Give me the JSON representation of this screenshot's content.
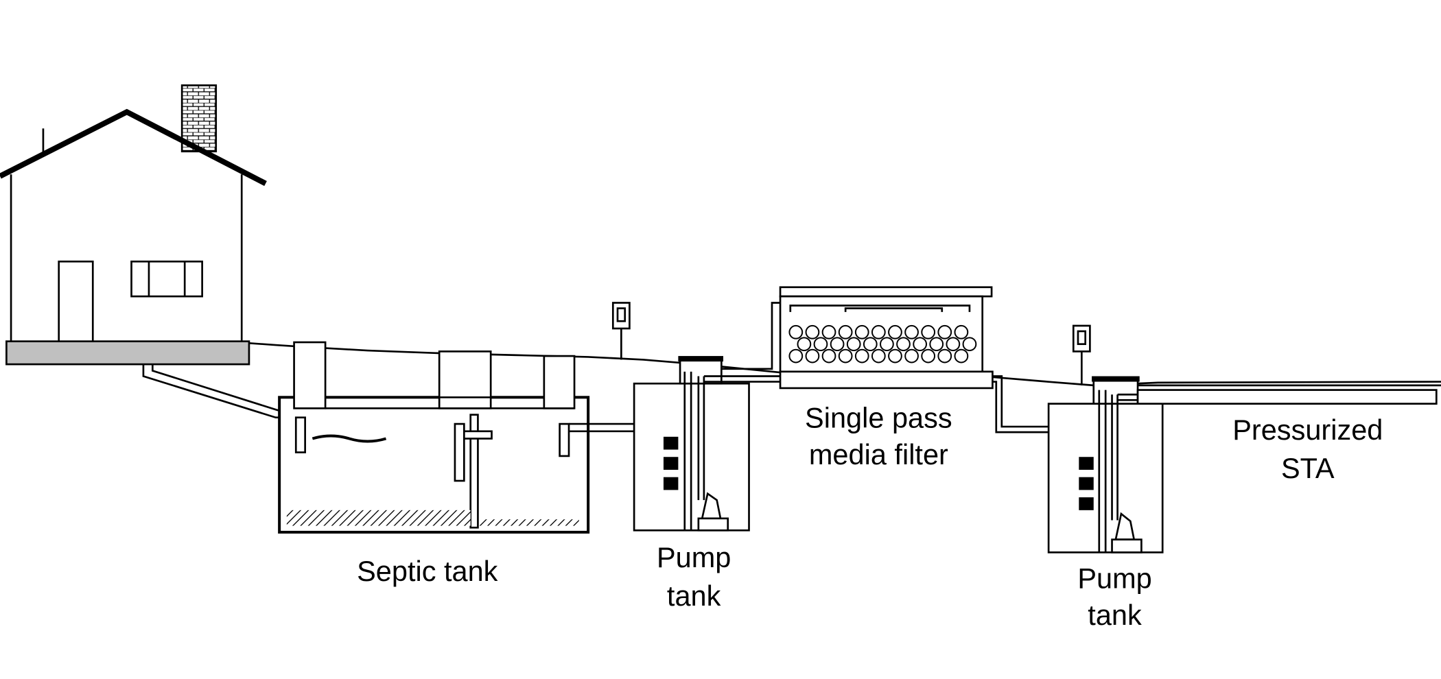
{
  "labels": {
    "septic_tank": "Septic tank",
    "pump_tank_1": [
      "Pump",
      "tank"
    ],
    "media_filter": [
      "Single pass",
      "media filter"
    ],
    "pump_tank_2": [
      "Pump",
      "tank"
    ],
    "sta": [
      "Pressurized",
      "STA"
    ]
  },
  "colors": {
    "foundation": "#c0c0c0",
    "line": "#000000",
    "background": "#ffffff"
  }
}
